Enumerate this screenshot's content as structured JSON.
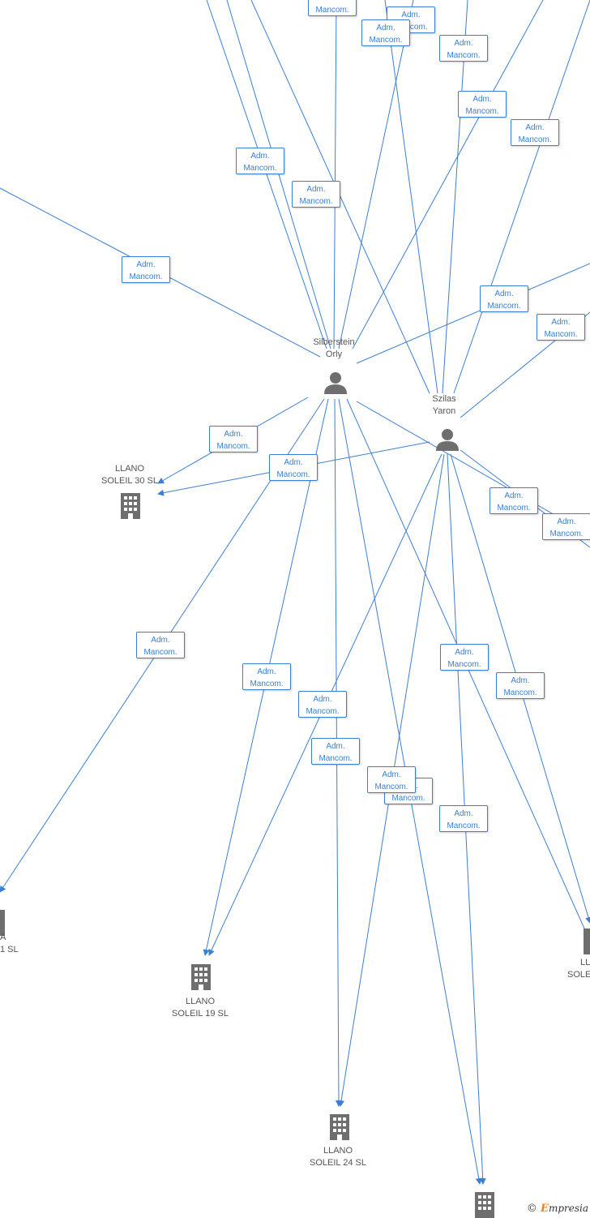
{
  "colors": {
    "edge": "#3b7fd4",
    "icon": "#6e6e6e",
    "label": "#555555"
  },
  "persons": [
    {
      "id": "silberstein",
      "line1": "Silberstein",
      "line2": "Orly",
      "icon": "person-icon"
    },
    {
      "id": "szilas",
      "line1": "Szilas",
      "line2": "Yaron",
      "icon": "person-icon"
    }
  ],
  "companies": [
    {
      "id": "soleil30",
      "line1": "LLANO",
      "line2": "SOLEIL 30 SL",
      "icon": "building-icon"
    },
    {
      "id": "soleil19",
      "line1": "LLANO",
      "line2": "SOLEIL 19 SL",
      "icon": "building-icon"
    },
    {
      "id": "soleil24",
      "line1": "LLANO",
      "line2": "SOLEIL 24 SL",
      "icon": "building-icon"
    },
    {
      "id": "left-cut",
      "line1": "A",
      "line2": "1 SL",
      "icon": "building-icon"
    },
    {
      "id": "right-cut",
      "line1": "LL",
      "line2": "SOLE",
      "icon": "building-icon"
    },
    {
      "id": "bottom-cut",
      "line1": "",
      "line2": "",
      "icon": "building-icon"
    }
  ],
  "role": {
    "line1": "Adm.",
    "line2": "Mancom."
  },
  "roles_count": 27,
  "footer": {
    "copyright": "©",
    "brand_e": "E",
    "brand_rest": "mpresia"
  }
}
